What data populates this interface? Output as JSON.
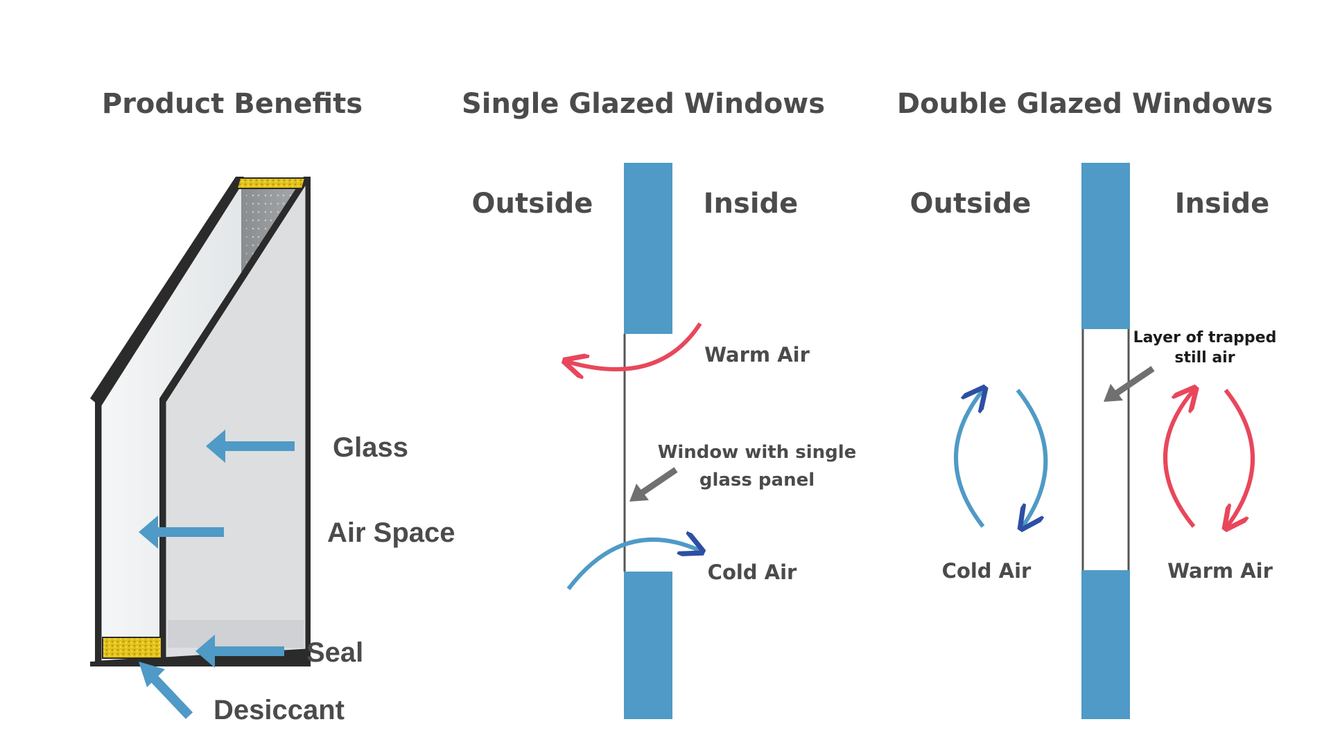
{
  "headings": {
    "product_benefits": "Product Benefits",
    "single_glazed": "Single Glazed Windows",
    "double_glazed": "Double Glazed Windows"
  },
  "unit_labels": {
    "glass": "Glass",
    "air_space": "Air Space",
    "seal": "Seal",
    "desiccant": "Desiccant"
  },
  "single": {
    "outside": "Outside",
    "inside": "Inside",
    "warm_air": "Warm Air",
    "note_line1": "Window with single",
    "note_line2": "glass panel",
    "cold_air": "Cold Air"
  },
  "double": {
    "outside": "Outside",
    "inside": "Inside",
    "trapped_line1": "Layer of trapped",
    "trapped_line2": "still air",
    "cold_air": "Cold Air",
    "warm_air": "Warm Air"
  },
  "colors": {
    "blue": "#4f9ac6",
    "red": "#e8475b",
    "text": "#4b4b4b",
    "frame": "#2b2b2b",
    "desiccant": "#e3c21a",
    "pointer": "#707070"
  }
}
